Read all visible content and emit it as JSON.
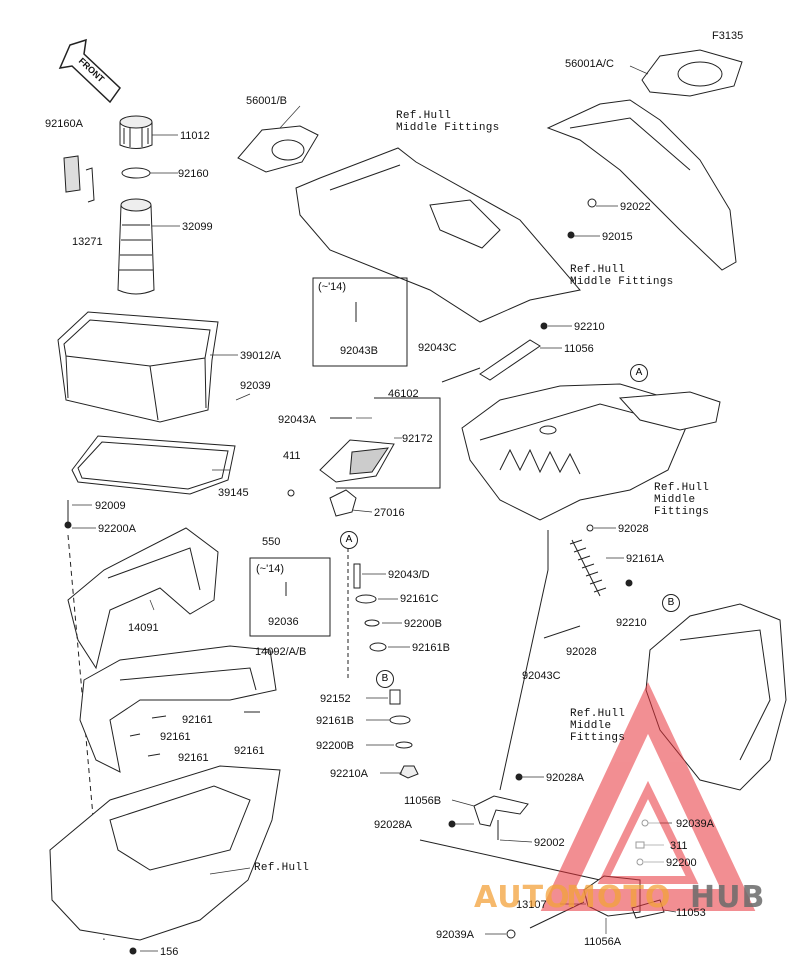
{
  "figure_code": "F3135",
  "front_label": "FRONT",
  "refs": {
    "hull_mid_1": "Ref.Hull\nMiddle Fittings",
    "hull_mid_2": "Ref.Hull\nMiddle Fittings",
    "hull_mid_3": "Ref.Hull\nMiddle\nFittings",
    "hull_mid_4": "Ref.Hull\nMiddle\nFittings",
    "hull": "Ref.Hull"
  },
  "insets": [
    {
      "year": "(~'14)",
      "part": "92043B"
    },
    {
      "year": "(~'14)",
      "part": "92036"
    }
  ],
  "markers": [
    "A",
    "A",
    "B",
    "B"
  ],
  "parts": {
    "p56001AC": "56001A/C",
    "p56001B": "56001/B",
    "p92160A": "92160A",
    "p11012": "11012",
    "p92160": "92160",
    "p32099": "32099",
    "p13271": "13271",
    "p92022": "92022",
    "p92015": "92015",
    "p39012A": "39012/A",
    "p92039": "92039",
    "p92043A": "92043A",
    "p46102": "46102",
    "p92172": "92172",
    "p411": "411",
    "p550": "550",
    "p27016": "27016",
    "p39145": "39145",
    "p92009": "92009",
    "p92200A": "92200A",
    "p14091": "14091",
    "p92043D": "92043/D",
    "p92161C": "92161C",
    "p92200B_1": "92200B",
    "p92161B_1": "92161B",
    "p14092AB": "14092/A/B",
    "p92152": "92152",
    "p92161B_2": "92161B",
    "p92200B_2": "92200B",
    "p92210A": "92210A",
    "p92161_1": "92161",
    "p92161_2": "92161",
    "p92161_3": "92161",
    "p92161_4": "92161",
    "p156": "156",
    "p92043C_1": "92043C",
    "p92210_1": "92210",
    "p11056": "11056",
    "p92028_1": "92028",
    "p92161A": "92161A",
    "p92210_2": "92210",
    "p92028_2": "92028",
    "p92043C_2": "92043C",
    "p92028A_1": "92028A",
    "p11056B": "11056B",
    "p92028A_2": "92028A",
    "p92002": "92002",
    "p92039A_1": "92039A",
    "p311": "311",
    "p92200": "92200",
    "p13107": "13107",
    "p11053": "11053",
    "p92039A_2": "92039A",
    "p11056A": "11056A"
  },
  "watermark": {
    "word1": "AUTO",
    "word2": "MOTO",
    "word3": "HUB",
    "color_main": "#f3a23b",
    "color_logo": "#e8333a"
  }
}
